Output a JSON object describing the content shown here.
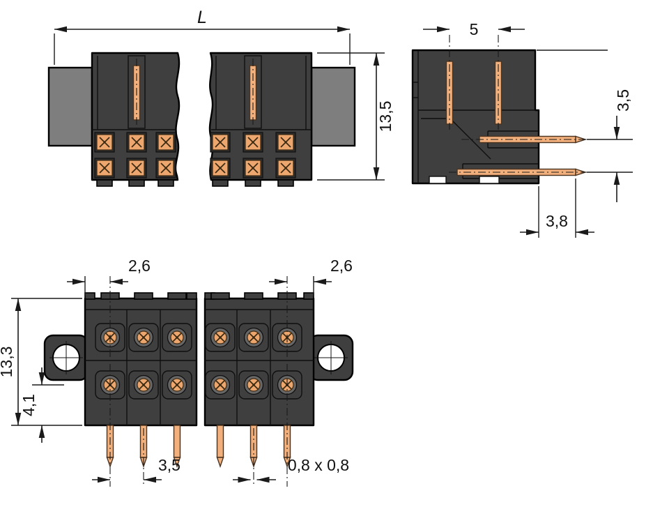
{
  "drawing": {
    "type": "technical-dimension-drawing",
    "subject": "Right-angle PCB male header connector, three orthographic views with break lines",
    "colors": {
      "housing": "#3f3f3f",
      "housing_light": "#7e7e7e",
      "pin": "#f2b07c",
      "line": "#1a1a1a",
      "background": "#ffffff"
    },
    "dimensions": {
      "length_L": "L",
      "housing_height": "13,5",
      "row_pitch": "5",
      "pin_row_spacing": "3,5",
      "pin_depth": "3,8",
      "edge_pitch_left": "2,6",
      "edge_pitch_right": "2,6",
      "overall_height": "13,3",
      "pin_offset": "4,1",
      "pin_pitch": "3,5",
      "pin_cross_section": "0,8 x 0,8"
    }
  }
}
